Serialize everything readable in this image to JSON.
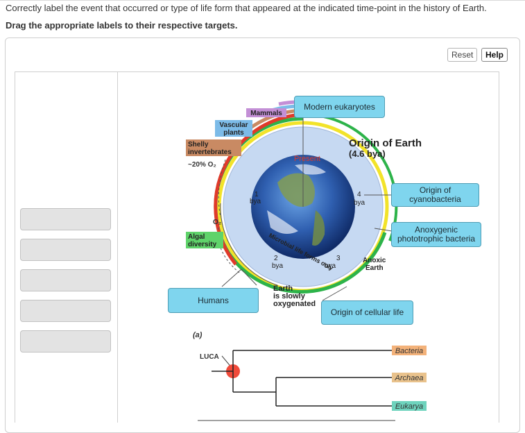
{
  "instructions": {
    "line1": "Correctly label the event that occurred or type of life form that appeared at the indicated time-point in the history of Earth.",
    "line2": "Drag the appropriate labels to their respective targets."
  },
  "toolbar": {
    "reset_label": "Reset",
    "help_label": "Help"
  },
  "label_slots": [
    "",
    "",
    "",
    "",
    ""
  ],
  "targets": {
    "modern_eukaryotes": "Modern eukaryotes",
    "origin_cyanobacteria": "Origin of cyanobacteria",
    "anoxygenic": "Anoxygenic phototrophic bacteria",
    "humans": "Humans",
    "origin_cellular": "Origin of cellular life"
  },
  "figure": {
    "mammals": "Mammals",
    "vascular_plants": "Vascular plants",
    "shelly_invertebrates": "Shelly invertebrates",
    "o2_20": "~20% O₂",
    "o2": "O₂",
    "algal_diversity": "Algal diversity",
    "present": "Present",
    "origin_of_earth": "Origin of Earth",
    "origin_age": "(4.6 bya)",
    "bya_1": "1",
    "bya_2": "2",
    "bya_3": "3",
    "bya_4": "4",
    "bya": "bya",
    "microbial": "Microbial life forms only",
    "anoxic_earth": "Anoxic Earth",
    "oxygenated": "Earth is slowly oxygenated",
    "panel_a": "(a)",
    "luca": "LUCA",
    "bacteria": "Bacteria",
    "archaea": "Archaea",
    "eukarya": "Eukarya"
  },
  "colors": {
    "mammals": "#c38fd6",
    "vascular_plants": "#7cbbe8",
    "shelly_invertebrates": "#c98a63",
    "algal_diversity": "#5fd36a",
    "present": "#e03a2a",
    "bacteria": "#f3b27a",
    "archaea": "#e9c28c",
    "eukarya": "#6ed3bd",
    "target_fill": "#7fd5ee"
  }
}
